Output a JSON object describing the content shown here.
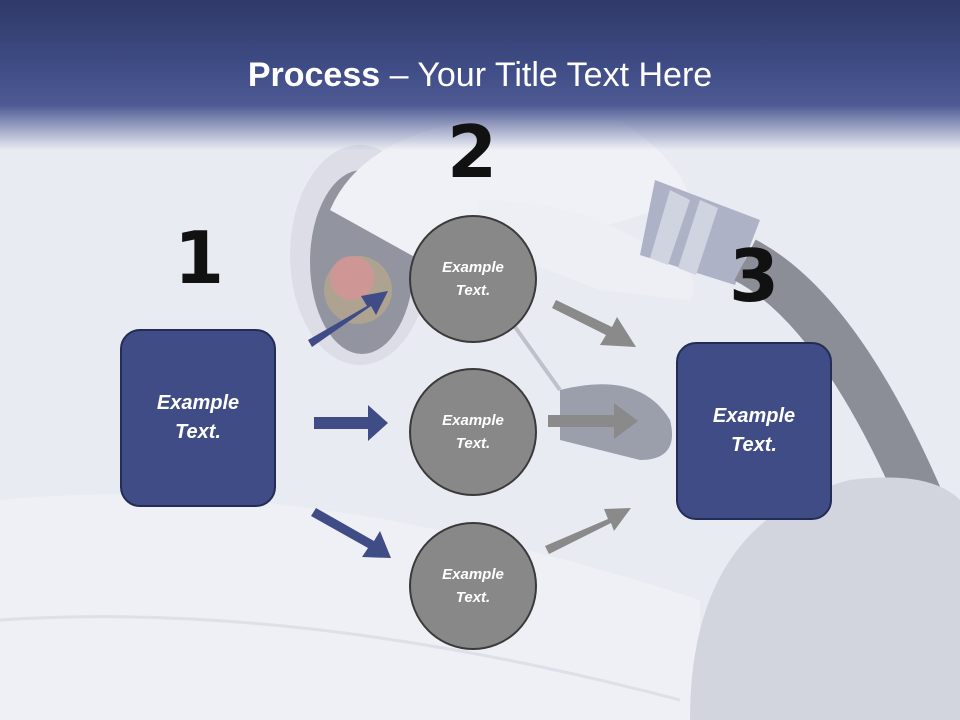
{
  "title": {
    "bold": "Process",
    "rest": " – Your Title Text Here"
  },
  "steps": [
    {
      "number": "1",
      "label": "Example Text."
    },
    {
      "number": "2",
      "items": [
        "Example Text.",
        "Example Text.",
        "Example Text."
      ]
    },
    {
      "number": "3",
      "label": "Example Text."
    }
  ],
  "colors": {
    "header": "#3f4c86",
    "box": "#404c85",
    "circle": "#888888",
    "arrow_blue": "#404c85",
    "arrow_gray": "#8a8a8a"
  }
}
